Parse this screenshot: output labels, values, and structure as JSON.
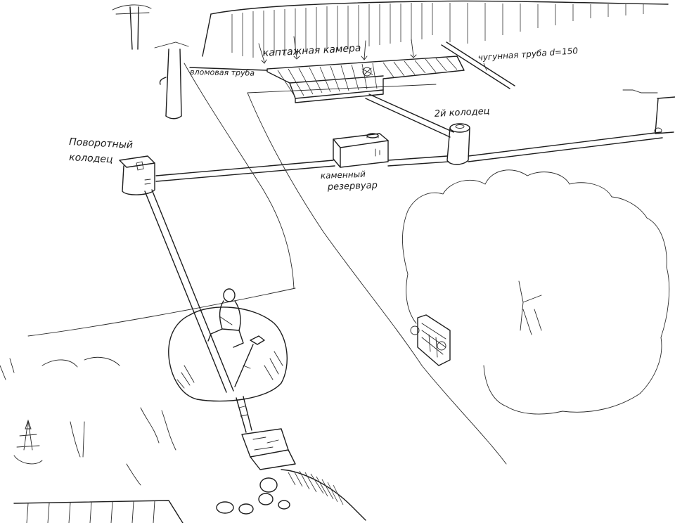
{
  "labels": {
    "kaptazhnaya_kamera": "каптажная камера",
    "vlomovaya_truba": "вломовая труба",
    "chugunnaya_truba": "чугунная труба d=150",
    "kolodets_2": "2й колодец",
    "povorotny_kolodets_line1": "Поворотный",
    "povorotny_kolodets_line2": "колодец",
    "kamenny_rezervuar_line1": "каменный",
    "kamenny_rezervuar_line2": "резервуар"
  },
  "colors": {
    "ink": "#1e1e1e",
    "paper": "#ffffff"
  }
}
